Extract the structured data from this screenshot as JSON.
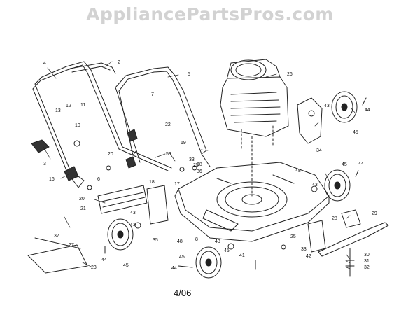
{
  "watermark": "AppliancePartsPros.com",
  "footer_code": "4/06",
  "callouts": [
    "2",
    "3",
    "4",
    "5",
    "6",
    "7",
    "8",
    "10",
    "11",
    "12",
    "13",
    "16",
    "17",
    "18",
    "19",
    "20",
    "20",
    "21",
    "22",
    "23",
    "25",
    "25",
    "26",
    "27",
    "28",
    "29",
    "30",
    "31",
    "32",
    "33",
    "33",
    "34",
    "35",
    "36",
    "37",
    "38",
    "41",
    "42",
    "43",
    "43",
    "43",
    "43",
    "43",
    "44",
    "44",
    "44",
    "44",
    "45",
    "45",
    "45",
    "45",
    "45",
    "48",
    "48",
    "53"
  ]
}
